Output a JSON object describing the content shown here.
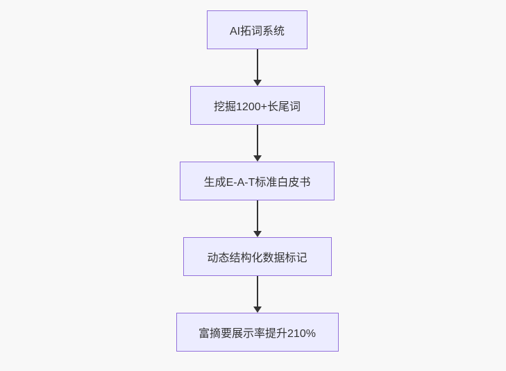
{
  "diagram": {
    "type": "flowchart",
    "direction": "top-down",
    "nodes": [
      {
        "id": "A",
        "label": "AI拓词系统"
      },
      {
        "id": "B",
        "label": "挖掘1200+长尾词"
      },
      {
        "id": "C",
        "label": "生成E-A-T标准白皮书"
      },
      {
        "id": "D",
        "label": "动态结构化数据标记"
      },
      {
        "id": "E",
        "label": "富摘要展示率提升210%"
      }
    ],
    "edges": [
      {
        "from": "A",
        "to": "B"
      },
      {
        "from": "B",
        "to": "C"
      },
      {
        "from": "C",
        "to": "D"
      },
      {
        "from": "D",
        "to": "E"
      }
    ],
    "colors": {
      "background": "#f8f8f8",
      "node_fill": "#ececff",
      "node_border": "#9370db",
      "node_text": "#333333",
      "arrow": "#333333"
    }
  }
}
